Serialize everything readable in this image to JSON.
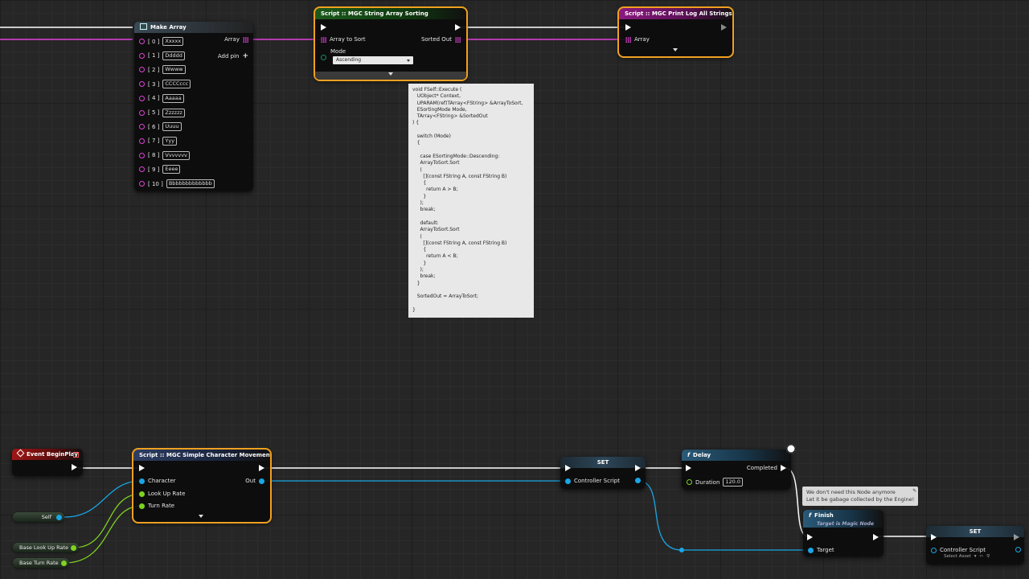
{
  "make_array": {
    "title": "Make Array",
    "output_label": "Array",
    "add_pin_label": "Add pin",
    "elements": [
      {
        "index": "[ 0 ]",
        "value": "Xxxxx"
      },
      {
        "index": "[ 1 ]",
        "value": "Ddddd"
      },
      {
        "index": "[ 2 ]",
        "value": "Wwww"
      },
      {
        "index": "[ 3 ]",
        "value": "CCCCccc"
      },
      {
        "index": "[ 4 ]",
        "value": "Aaaaa"
      },
      {
        "index": "[ 5 ]",
        "value": "Zzzzzz"
      },
      {
        "index": "[ 6 ]",
        "value": "Uuuu"
      },
      {
        "index": "[ 7 ]",
        "value": "Yyy"
      },
      {
        "index": "[ 8 ]",
        "value": "Vvvvvvv"
      },
      {
        "index": "[ 9 ]",
        "value": "Eeee"
      },
      {
        "index": "[ 10 ]",
        "value": "Bbbbbbbbbbbbb"
      }
    ]
  },
  "sort_node": {
    "title": "Script :: MGC String Array Sorting",
    "input_label": "Array to Sort",
    "output_label": "Sorted Out",
    "mode_label": "Mode",
    "mode_value": "Ascending"
  },
  "print_node": {
    "title": "Script :: MGC Print Log All Strings",
    "input_label": "Array"
  },
  "code_lines": [
    "void FSelf::Execute (",
    "   UObject* Context,",
    "   UPARAM(ref)TArray<FString> &ArrayToSort,",
    "   ESortingMode Mode,",
    "   TArray<FString> &SortedOut",
    ") {",
    "",
    "   switch (Mode)",
    "   {",
    "",
    "     case ESortingMode::Descending:",
    "     ArrayToSort.Sort",
    "     (",
    "       [](const FString A, const FString B)",
    "       {",
    "         return A > B;",
    "       }",
    "     );",
    "     break;",
    "",
    "     default:",
    "     ArrayToSort.Sort",
    "     (",
    "       [](const FString A, const FString B)",
    "       {",
    "         return A < B;",
    "       }",
    "     );",
    "     break;",
    "   }",
    "",
    "   SortedOut = ArrayToSort;",
    "",
    "}"
  ],
  "event_node": {
    "title": "Event BeginPlay"
  },
  "movement_node": {
    "title": "Script :: MGC Simple Character Movement",
    "pins": [
      "Character",
      "Look Up Rate",
      "Turn Rate"
    ],
    "output_label": "Out"
  },
  "variables": {
    "self": "Self",
    "base_look_up_rate": "Base Look Up Rate",
    "base_turn_rate": "Base Turn Rate"
  },
  "set_node_1": {
    "title": "SET",
    "pin_label": "Controller Script"
  },
  "delay_node": {
    "title": "Delay",
    "icon": "f",
    "completed_label": "Completed",
    "duration_label": "Duration",
    "duration_value": "120.0"
  },
  "tooltip": {
    "line1": "We don't need this Node anymore",
    "line2": "Let it be gabage collected by the Engine!"
  },
  "finish_node": {
    "title": "Finish",
    "icon": "f",
    "subtitle": "Target is Magic Node",
    "pin_label": "Target"
  },
  "set_node_2": {
    "title": "SET",
    "pin_label": "Controller Script",
    "asset_placeholder": "Select Asset"
  },
  "colors": {
    "exec_wire": "#ffffff",
    "array_wire": "#e040d8",
    "object_wire": "#1aa6e6",
    "float_wire": "#7ed321",
    "selection": "#f0a020"
  }
}
